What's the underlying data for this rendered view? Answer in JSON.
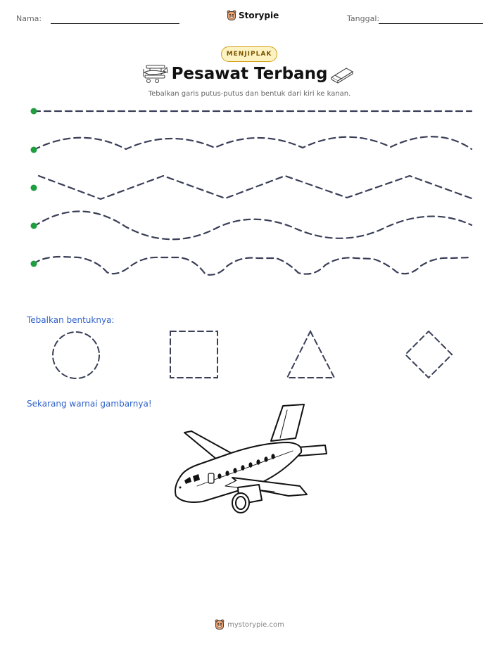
{
  "header": {
    "name_label": "Nama:",
    "date_label": "Tanggal:",
    "brand": "Storypie"
  },
  "worksheet": {
    "badge": "MENJIPLAK",
    "title": "Pesawat Terbang",
    "subtitle": "Tebalkan garis putus-putus dan bentuk dari kiri ke kanan.",
    "trace_lines": [
      "straight",
      "wave",
      "zigzag",
      "wave",
      "bump"
    ],
    "shapes_label": "Tebalkan bentuknya:",
    "shapes": [
      "circle",
      "square",
      "triangle",
      "diamond"
    ],
    "coloring_label": "Sekarang warnai gambarnya!",
    "illustration_icon": "airplane-icon"
  },
  "footer": {
    "site": "mystorypie.com"
  },
  "colors": {
    "dash_stroke": "#3a3f58",
    "start_dot": "#1e9e3e",
    "section_label": "#2f62c9",
    "badge_border": "#d4a017",
    "badge_fill": "#fdf3c2"
  }
}
